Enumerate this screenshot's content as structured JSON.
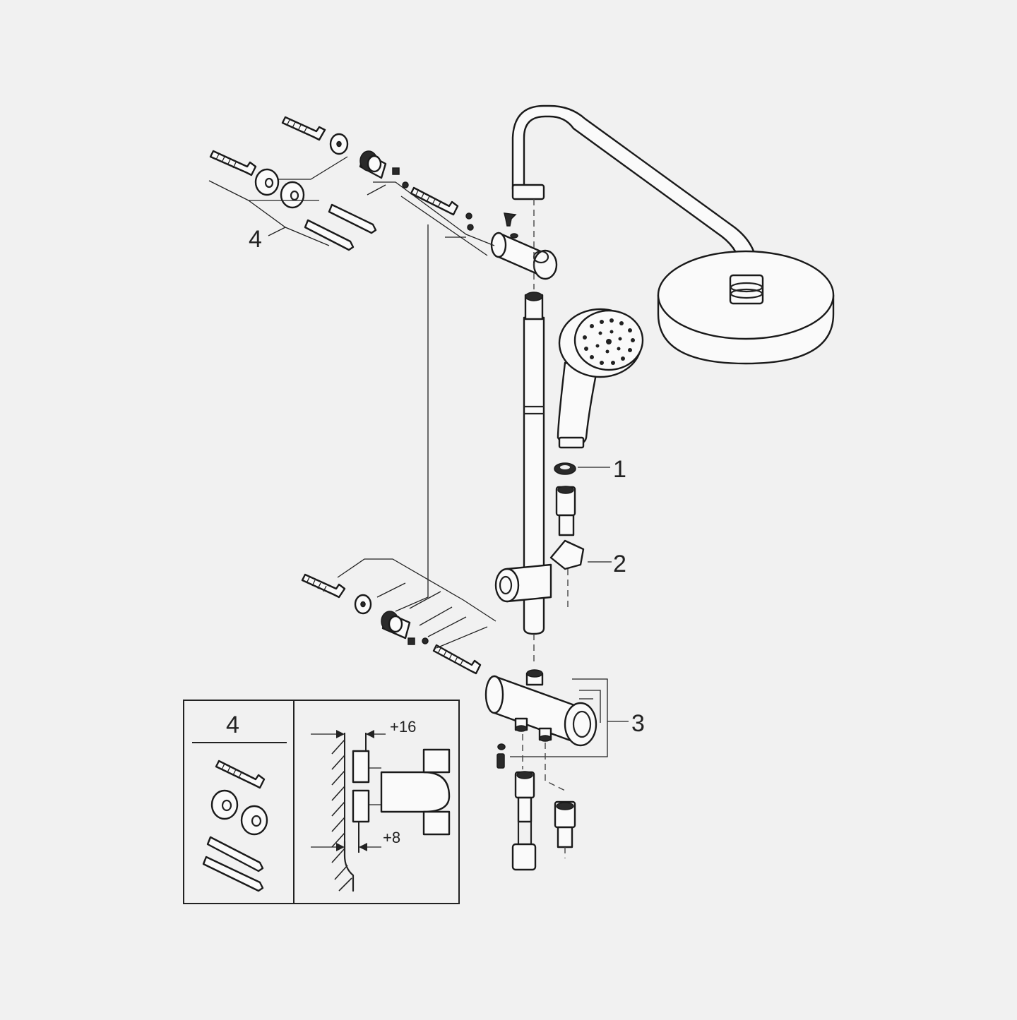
{
  "callouts": {
    "c1": "1",
    "c2": "2",
    "c3": "3",
    "c4": "4"
  },
  "inset": {
    "kit_title": "4",
    "dim_top": "+16",
    "dim_bottom": "+8"
  },
  "colors": {
    "background": "#f1f1f1",
    "line": "#222222"
  }
}
